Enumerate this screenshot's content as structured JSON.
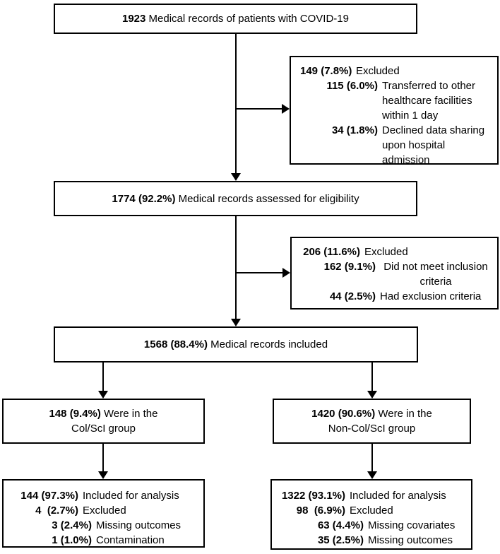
{
  "colors": {
    "ink": "#000000",
    "background": "#ffffff"
  },
  "flow": {
    "records": {
      "bold": "1923",
      "text": " Medical records of patients with COVID-19"
    },
    "excluded1": {
      "lines": [
        {
          "num": "149 (7.8%)",
          "text": "Excluded"
        },
        {
          "num": "115 (6.0%)",
          "text": "Transferred to other healthcare facilities within 1 day"
        },
        {
          "num": "34 (1.8%)",
          "text": "Declined data sharing upon hospital admission"
        }
      ]
    },
    "eligibility": {
      "bold": "1774 (92.2%)",
      "text": " Medical records assessed for eligibility"
    },
    "excluded2": {
      "lines": [
        {
          "num": "206 (11.6%)",
          "text": "Excluded"
        },
        {
          "num": "162 (9.1%)",
          "text": "Did not meet inclusion criteria"
        },
        {
          "num": "44 (2.5%)",
          "text": "Had exclusion criteria"
        }
      ]
    },
    "included": {
      "bold": "1568 (88.4%)",
      "text": " Medical records included"
    },
    "group_left": {
      "bold": "148 (9.4%)",
      "text": " Were in the",
      "line2": "Col/ScI group"
    },
    "group_right": {
      "bold": "1420 (90.6%)",
      "text": " Were in the",
      "line2": "Non-Col/ScI group"
    },
    "analysis_left": {
      "lines": [
        {
          "num": "144 (97.3%)",
          "text": "Included for analysis"
        },
        {
          "num": "4  (2.7%)",
          "text": "Excluded"
        },
        {
          "num": "3 (2.4%)",
          "text": "Missing outcomes"
        },
        {
          "num": "1 (1.0%)",
          "text": "Contamination"
        }
      ]
    },
    "analysis_right": {
      "lines": [
        {
          "num": "1322 (93.1%)",
          "text": "Included for analysis"
        },
        {
          "num": "98  (6.9%)",
          "text": "Excluded"
        },
        {
          "num": "63 (4.4%)",
          "text": "Missing covariates"
        },
        {
          "num": "35 (2.5%)",
          "text": "Missing outcomes"
        }
      ]
    }
  }
}
